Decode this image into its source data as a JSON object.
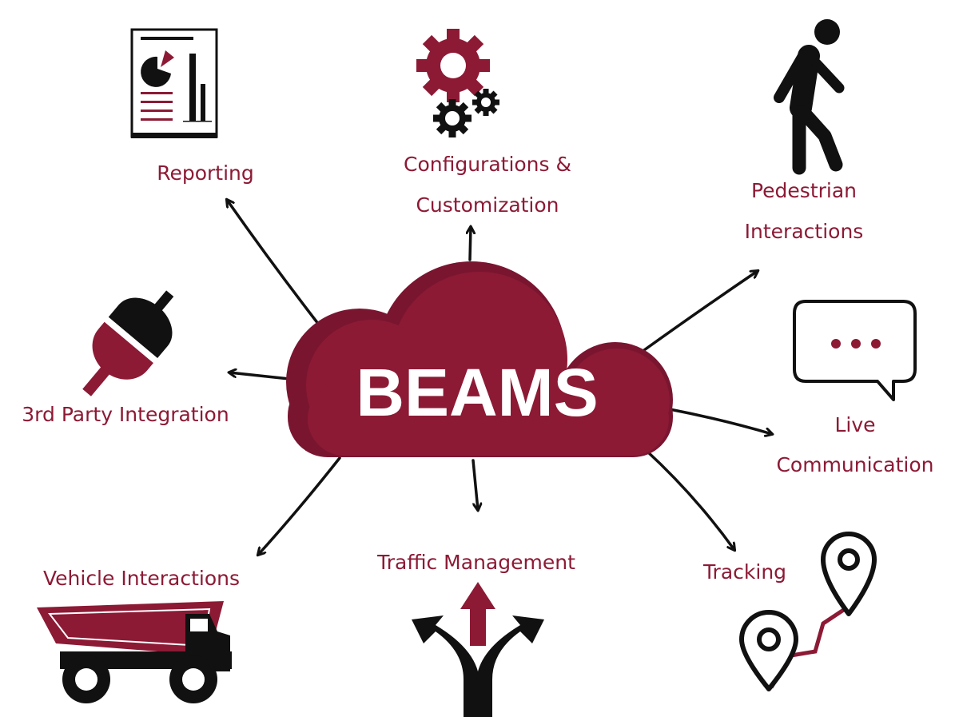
{
  "center": {
    "label": "BEAMS"
  },
  "colors": {
    "accent": "#8c1a35",
    "ink": "#111111"
  },
  "nodes": [
    {
      "id": "reporting",
      "lines": [
        "Reporting"
      ],
      "icon": "report-document-icon"
    },
    {
      "id": "configurations",
      "lines": [
        "Configurations &",
        "Customization"
      ],
      "icon": "gears-icon"
    },
    {
      "id": "pedestrian",
      "lines": [
        "Pedestrian",
        "Interactions"
      ],
      "icon": "walking-person-icon"
    },
    {
      "id": "integration",
      "lines": [
        "3rd Party Integration"
      ],
      "icon": "plug-icon"
    },
    {
      "id": "live",
      "lines": [
        "Live",
        "Communication"
      ],
      "icon": "chat-bubble-icon"
    },
    {
      "id": "vehicle",
      "lines": [
        "Vehicle Interactions"
      ],
      "icon": "dump-truck-icon"
    },
    {
      "id": "traffic",
      "lines": [
        "Traffic Management"
      ],
      "icon": "road-split-arrows-icon"
    },
    {
      "id": "tracking",
      "lines": [
        "Tracking"
      ],
      "icon": "map-pins-route-icon"
    }
  ]
}
